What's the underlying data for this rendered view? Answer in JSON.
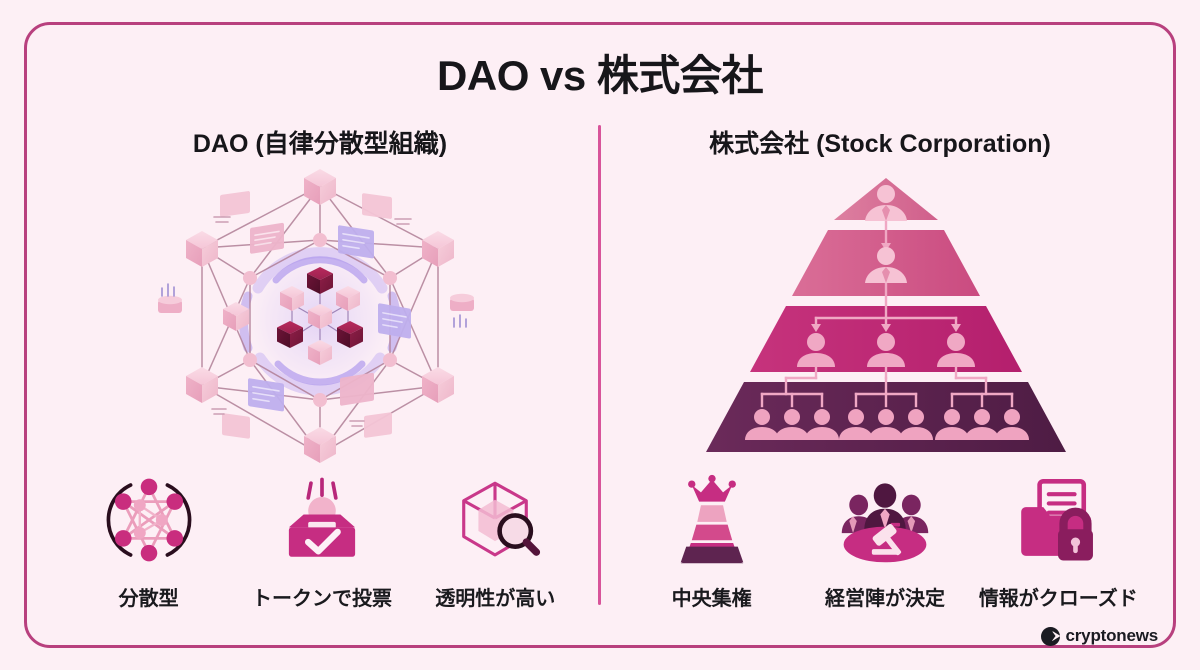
{
  "page": {
    "title": "DAO vs 株式会社",
    "background_color": "#fdeff5",
    "frame_color": "#b8407e",
    "divider_color": "#d8549a"
  },
  "columns": {
    "left": {
      "heading": "DAO (自律分散型組織)",
      "artwork": "decentralized-cube-network",
      "features": [
        {
          "icon": "network-nodes-icon",
          "label": "分散型"
        },
        {
          "icon": "ballot-box-token-icon",
          "label": "トークンで投票"
        },
        {
          "icon": "transparent-cube-magnifier-icon",
          "label": "透明性が高い"
        }
      ]
    },
    "right": {
      "heading": "株式会社 (Stock Corporation)",
      "artwork": "corporate-hierarchy-pyramid",
      "features": [
        {
          "icon": "crown-pyramid-icon",
          "label": "中央集権"
        },
        {
          "icon": "executive-board-gavel-icon",
          "label": "経営陣が決定"
        },
        {
          "icon": "locked-folder-icon",
          "label": "情報がクローズド"
        }
      ]
    }
  },
  "pyramid": {
    "tiers": [
      {
        "level": 1,
        "color": "#d9688f",
        "people": 1,
        "role": "executive"
      },
      {
        "level": 2,
        "color": "#d4538a",
        "people": 1,
        "role": "executive"
      },
      {
        "level": 3,
        "color": "#bf2a78",
        "people": 3,
        "role": "manager"
      },
      {
        "level": 4,
        "color": "#5e2450",
        "people": 9,
        "role": "staff"
      }
    ],
    "connector_color": "#f0a8c4"
  },
  "network": {
    "outer_nodes": 6,
    "mid_nodes": 6,
    "core_cubes": 7,
    "core_dark_cubes": 3,
    "node_color": "#f0bccd",
    "link_color": "#b87e96",
    "glow_color": "#a48ae8",
    "card_color_pink": "#f3c2d4",
    "card_color_purple": "#c4b4ee"
  },
  "brand": {
    "name": "cryptonews",
    "mark": "cryptonews-logo-icon"
  }
}
